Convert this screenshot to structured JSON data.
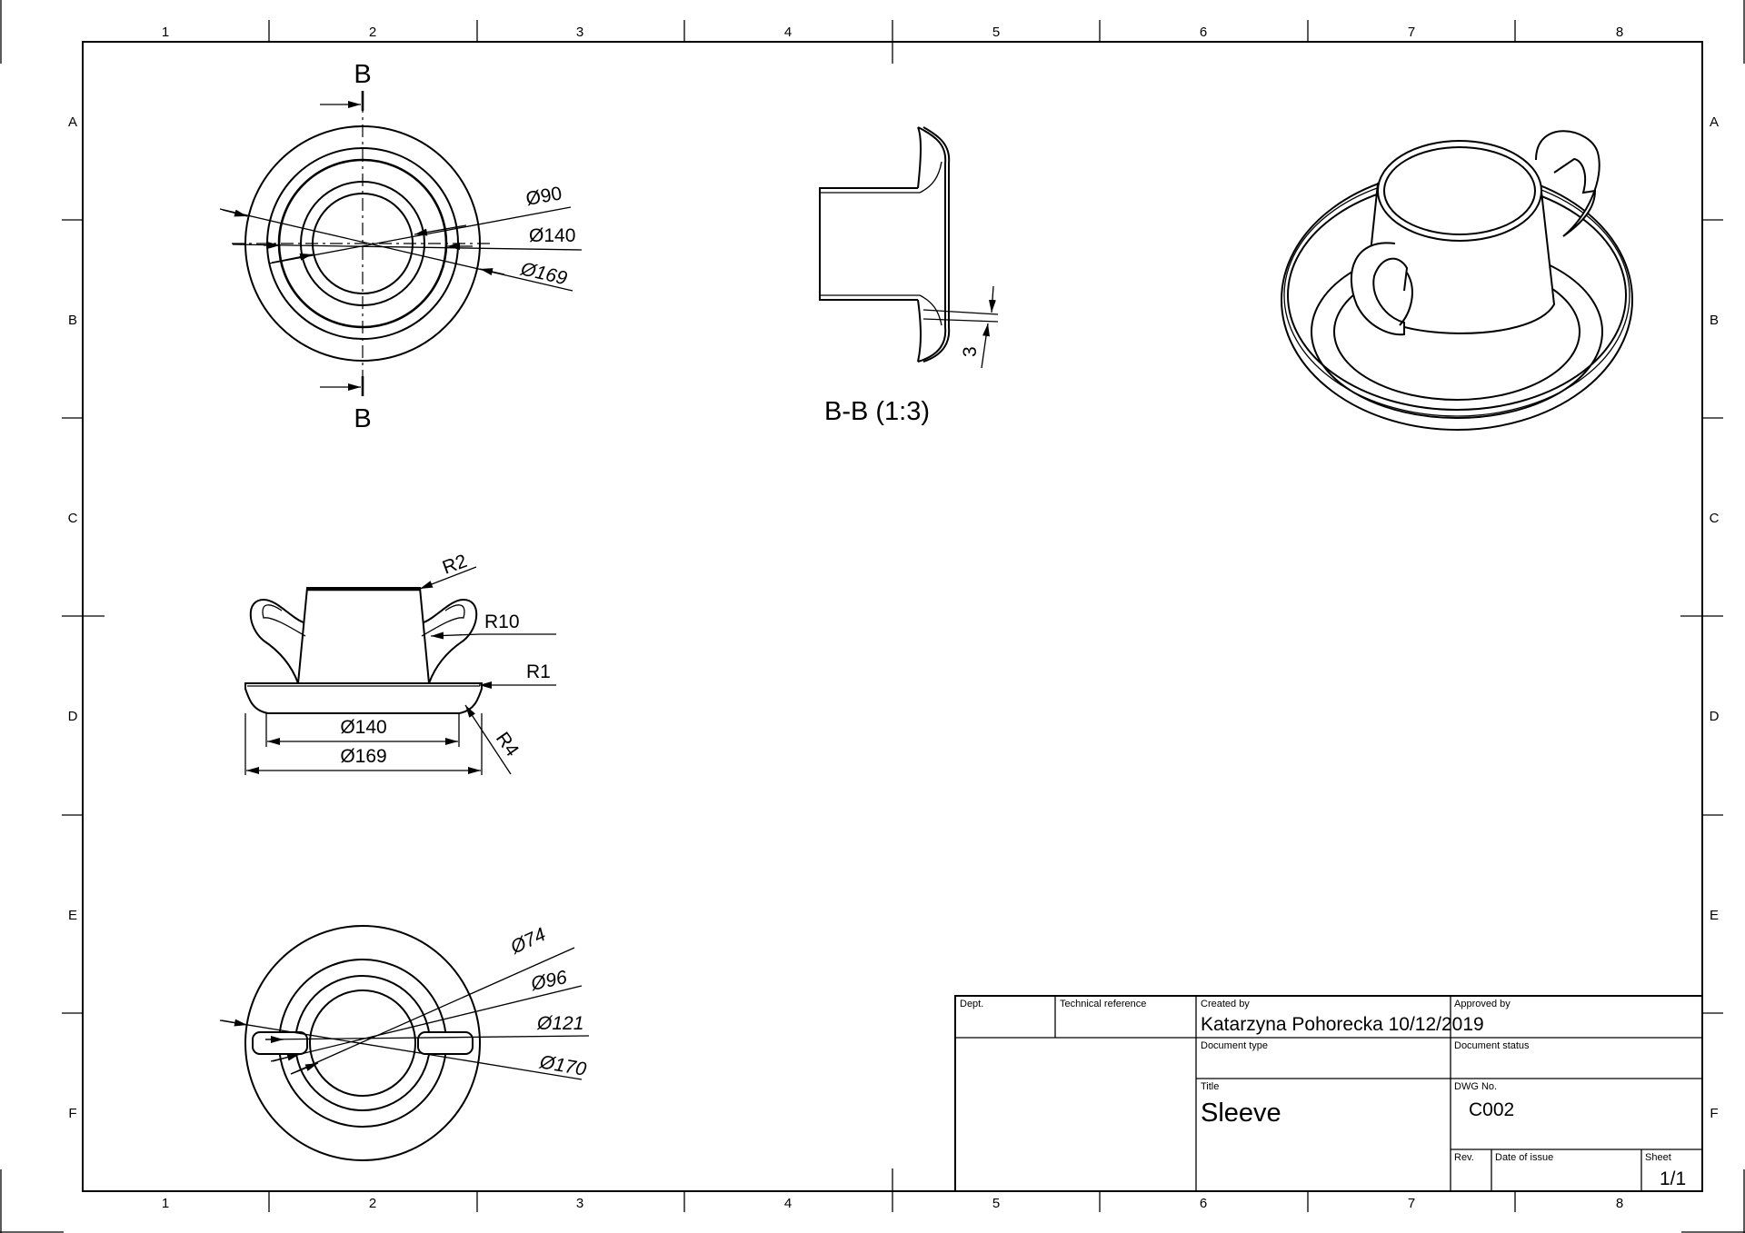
{
  "zones": {
    "columns": [
      "1",
      "2",
      "3",
      "4",
      "5",
      "6",
      "7",
      "8"
    ],
    "rows": [
      "A",
      "B",
      "C",
      "D",
      "E",
      "F"
    ]
  },
  "view_top": {
    "section_marker": "B",
    "dimensions": [
      "Ø90",
      "Ø140",
      "Ø169"
    ]
  },
  "section_view": {
    "label": "B-B (1:3)",
    "thickness": "3"
  },
  "view_front": {
    "dimensions": [
      "R2",
      "R10",
      "R1",
      "Ø140",
      "Ø169",
      "R4"
    ]
  },
  "view_bottom": {
    "dimensions": [
      "Ø74",
      "Ø96",
      "Ø121",
      "Ø170"
    ]
  },
  "title_block": {
    "dept_label": "Dept.",
    "tech_ref_label": "Technical reference",
    "created_by_label": "Created by",
    "created_by_value": "Katarzyna Pohorecka 10/12/2019",
    "approved_by_label": "Approved by",
    "doc_type_label": "Document type",
    "doc_status_label": "Document status",
    "title_label": "Title",
    "title_value": "Sleeve",
    "dwg_label": "DWG No.",
    "dwg_value": "C002",
    "rev_label": "Rev.",
    "date_label": "Date of issue",
    "sheet_label": "Sheet",
    "sheet_value": "1/1"
  }
}
